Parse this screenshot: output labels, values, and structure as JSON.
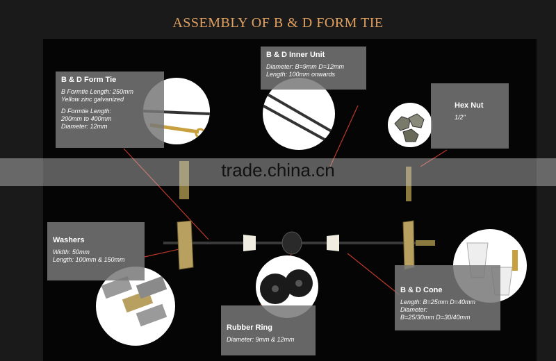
{
  "title": "ASSEMBLY OF B & D FORM TIE",
  "watermark": "trade.china.cn",
  "boxes": {
    "form_tie": {
      "heading": "B & D Form Tie",
      "line1": "B Formtie Length: 250mm",
      "line2": "Yellow zinc galvanized",
      "line3": "D Formtie Length:",
      "line4": "200mm to 400mm",
      "line5": "Diameter: 12mm"
    },
    "inner_unit": {
      "heading": "B & D Inner Unit",
      "line1": "Diameter: B=9mm D=12mm",
      "line2": "Length: 100mm onwards"
    },
    "hex_nut": {
      "heading": "Hex Nut",
      "line1": "1/2\""
    },
    "washers": {
      "heading": "Washers",
      "line1": "Width: 50mm",
      "line2": "Length: 100mm & 150mm"
    },
    "rubber_ring": {
      "heading": "Rubber Ring",
      "line1": "Diameter: 9mm & 12mm"
    },
    "cone": {
      "heading": "B & D Cone",
      "line1": "Length: B=25mm D=40mm",
      "line2": "Diameter:",
      "line3": "B=25/30mm D=30/40mm"
    }
  },
  "colors": {
    "title": "#e0a060",
    "box_bg": "#787878",
    "connector": "#c0392b",
    "background": "#050505"
  }
}
